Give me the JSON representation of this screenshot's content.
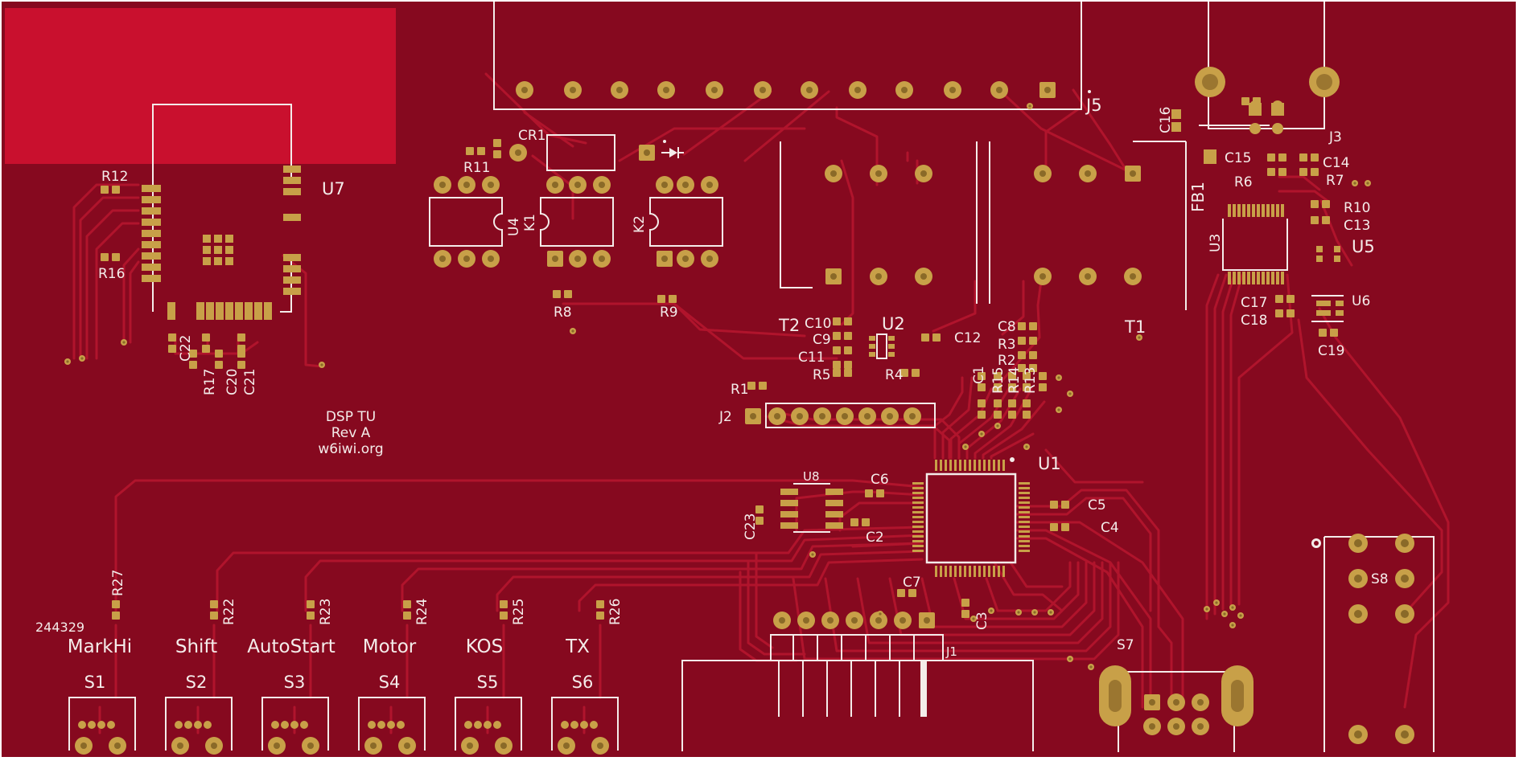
{
  "board": {
    "colors": {
      "substrate": "#86091f",
      "copper_zone": "#c9102e",
      "trace": "#b0142c",
      "pad": "#c8a048",
      "pad_hole": "#8a6a28",
      "silk": "#f4ecea",
      "background": "#ffffff"
    },
    "silkscreen_text": {
      "title": "DSP TU",
      "revision": "Rev A",
      "website": "w6iwi.org",
      "serial": "244329"
    },
    "labels": {
      "U7": "U7",
      "R12": "R12",
      "R16": "R16",
      "C22": "C22",
      "R17": "R17",
      "C20": "C20",
      "C21": "C21",
      "R11": "R11",
      "CR1": "CR1",
      "U4": "U4",
      "K1": "K1",
      "K2": "K2",
      "R8": "R8",
      "R9": "R9",
      "J5": "J5",
      "T2": "T2",
      "T1": "T1",
      "U2": "U2",
      "C10": "C10",
      "C9": "C9",
      "C11": "C11",
      "R5": "R5",
      "C12": "C12",
      "R4": "R4",
      "C8": "C8",
      "R3": "R3",
      "R2": "R2",
      "C1": "C1",
      "R15": "R15",
      "R14": "R14",
      "R13": "R13",
      "R1": "R1",
      "J2": "J2",
      "U1": "U1",
      "U8": "U8",
      "C6": "C6",
      "C5": "C5",
      "C4": "C4",
      "C2": "C2",
      "C23": "C23",
      "C7": "C7",
      "C3": "C3",
      "J1": "J1",
      "C16": "C16",
      "J3": "J3",
      "FB1": "FB1",
      "C15": "C15",
      "C14": "C14",
      "R6": "R6",
      "R7": "R7",
      "R10": "R10",
      "C13": "C13",
      "U3": "U3",
      "U5": "U5",
      "C17": "C17",
      "C18": "C18",
      "U6": "U6",
      "C19": "C19",
      "R27": "R27",
      "R22": "R22",
      "R23": "R23",
      "R24": "R24",
      "R25": "R25",
      "R26": "R26",
      "S7": "S7",
      "S8": "S8"
    },
    "switches": [
      {
        "ref": "S1",
        "function": "MarkHi",
        "resistor": "R27"
      },
      {
        "ref": "S2",
        "function": "Shift",
        "resistor": "R22"
      },
      {
        "ref": "S3",
        "function": "AutoStart",
        "resistor": "R23"
      },
      {
        "ref": "S4",
        "function": "Motor",
        "resistor": "R24"
      },
      {
        "ref": "S5",
        "function": "KOS",
        "resistor": "R25"
      },
      {
        "ref": "S6",
        "function": "TX",
        "resistor": "R26"
      }
    ]
  }
}
